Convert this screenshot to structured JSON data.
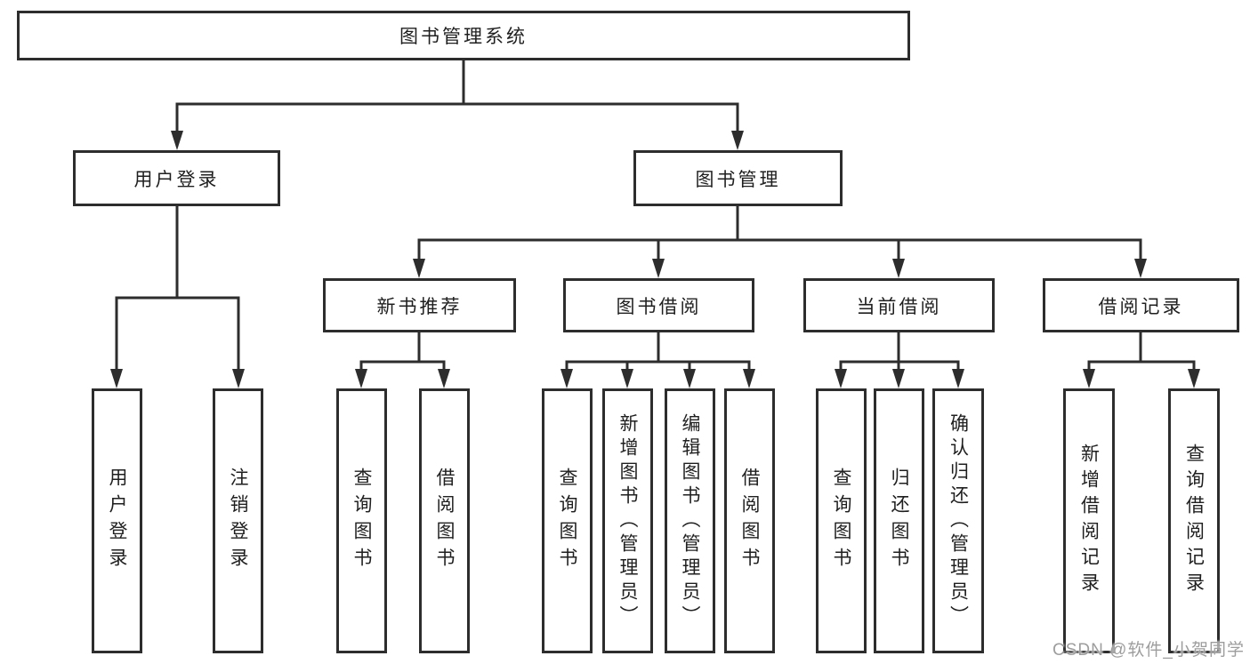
{
  "tree": {
    "root": "图书管理系统",
    "user_login": {
      "label": "用户登录",
      "children": [
        "用户登录",
        "注销登录"
      ]
    },
    "book_management": {
      "label": "图书管理",
      "sections": [
        {
          "label": "新书推荐",
          "children": [
            "查询图书",
            "借阅图书"
          ]
        },
        {
          "label": "图书借阅",
          "children": [
            "查询图书",
            "新增图书（管理员）",
            "编辑图书（管理员）",
            "借阅图书"
          ]
        },
        {
          "label": "当前借阅",
          "children": [
            "查询图书",
            "归还图书",
            "确认归还（管理员）"
          ]
        },
        {
          "label": "借阅记录",
          "children": [
            "新增借阅记录",
            "查询借阅记录"
          ]
        }
      ]
    }
  },
  "watermark": "CSDN @软件_小贺同学",
  "colors": {
    "line": "#2d2d2d",
    "border": "#2d2d2d",
    "text": "#1f1f1f",
    "watermark_text": "#9d9d9d",
    "background": "#ffffff"
  }
}
